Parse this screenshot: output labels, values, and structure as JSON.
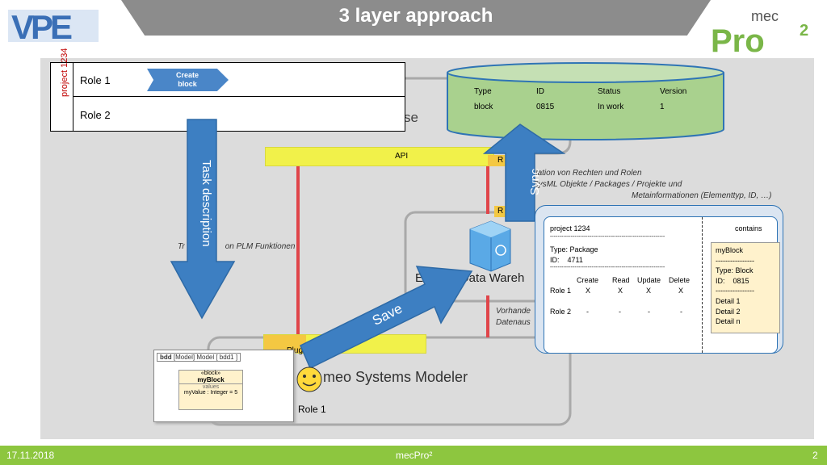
{
  "header": {
    "title": "3 layer approach",
    "logo_left_text": "VPE",
    "logo_right_top": "mec",
    "logo_right_main": "Pro",
    "logo_right_sup": "2"
  },
  "footer": {
    "date": "17.11.2018",
    "center": "mecPro²",
    "page": "2"
  },
  "role_table": {
    "project_label": "project 1234",
    "rows": [
      "Role 1",
      "Role 2"
    ],
    "create_block": "Create block"
  },
  "database": {
    "headers": [
      "Type",
      "ID",
      "Status",
      "Version"
    ],
    "values": [
      "block",
      "0815",
      "In work",
      "1"
    ]
  },
  "partial_labels": {
    "base": "se",
    "api": "API",
    "r1": "R",
    "r2": "R",
    "warehouse": "E        e Data Wareh",
    "plugin": "PlugIn",
    "modeler": "meo Systems Modeler",
    "role_person": "Role 1"
  },
  "italic_notes": {
    "manip1": "ipulation von Rechten und Rolen",
    "manip2": "SysML Objekte / Packages / Projekte und",
    "manip3": "Metainformationen (Elementtyp, ID, …)",
    "tr": "Tr                  on PLM Funktionen",
    "vorhande1": "Vorhande",
    "vorhande2": "Datenaus"
  },
  "arrows": {
    "task": "Task description",
    "sync": "Sync",
    "save": "Save"
  },
  "card": {
    "project": "project 1234",
    "contains": "contains",
    "dashes": "-------------------------------------------------------------",
    "type": "Type: Package",
    "id": "ID:    4711",
    "perm_headers": [
      "Create",
      "Read",
      "Update",
      "Delete"
    ],
    "role1": "Role 1",
    "role1_vals": [
      "X",
      "X",
      "X",
      "X"
    ],
    "role2": "Role 2",
    "role2_vals": [
      "-",
      "-",
      "-",
      "-"
    ]
  },
  "block_note": {
    "lines": [
      "myBlock",
      "----------------",
      "Type: Block",
      "ID:    0815",
      "----------------",
      "Detail 1",
      "Detail 2",
      "Detail n"
    ]
  },
  "bdd": {
    "header_bold": "bdd",
    "header_rest": " [Model] Model [ bdd1 ]",
    "stereotype": "«block»",
    "name": "myBlock",
    "section": "values",
    "value": "myValue : Integer = 5"
  },
  "colors": {
    "api_bar": "#f1f14a",
    "db_green": "#a9d18e",
    "arrow_blue": "#3d7fc2",
    "red_line": "#e0454a",
    "footer_green": "#8dc63f"
  }
}
